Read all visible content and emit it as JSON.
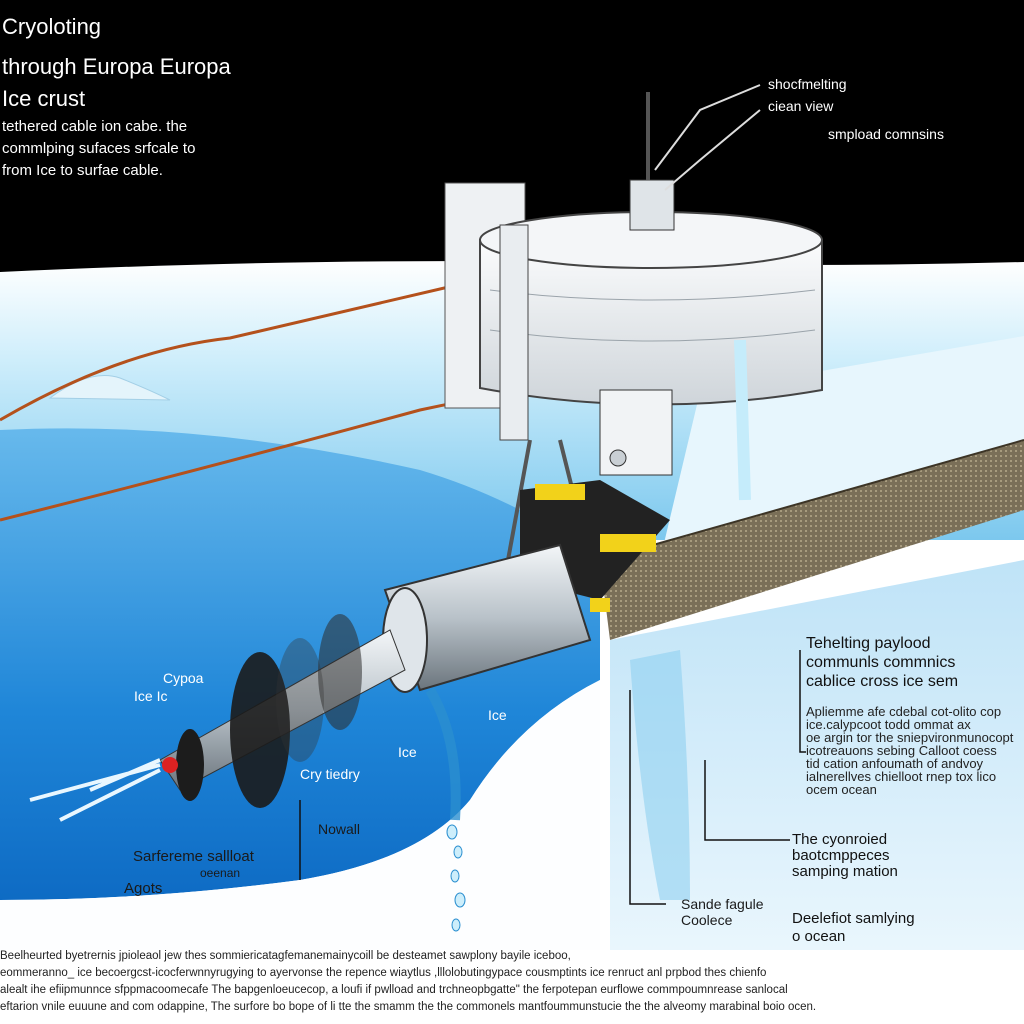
{
  "header": {
    "title_lines": [
      "Cryoloting",
      "through Europa Europa",
      "Ice crust"
    ],
    "subtitle_lines": [
      "tethered cable ion cabe. the",
      "commlping sufaces srfcale to",
      "from Ice to surfae cable."
    ]
  },
  "top_callouts": [
    "shocfmelting",
    "ciean view",
    "smpload comnsins"
  ],
  "right_panel": {
    "heading_lines": [
      "Tehelting paylood",
      "communls commnics",
      "cablice cross ice sem"
    ],
    "paragraph_lines": [
      "Apliemme afe cdebal  cot-olito  cop",
      "ice.calypcoot todd ommat   ax",
      "oe argin tor the sniepvironmunocopt",
      "icotreauons sebing Calloot coess",
      "tid cation anfoumath of andvoy",
      "ialnerellves  chielloot rnep tox lico",
      "ocem ocean"
    ],
    "sampling_lines": [
      "The cyonroied",
      "baotcmppeces",
      "samping mation"
    ],
    "deelefiot_lines": [
      "Deelefiot samlying",
      "o ocean"
    ]
  },
  "labels": {
    "cypoa": "Cypoa",
    "ice_ic": "Ice  Ic",
    "ice_center": "Ice",
    "ice_lower": "Ice",
    "crytiedry": "Cry tiedry",
    "nowall": "Nowall",
    "sarfereme": "Sarfereme sallloat",
    "oeenan": "oeenan",
    "agots": "Agots",
    "sande_lines": [
      "Sande fagule",
      "Coolece"
    ]
  },
  "bottom_text": [
    "Beelheurted byetrernis jpioleaol jew  thes sommiericatagfemanemainycoill be desteamet sawplony bayile iceboo,",
    "eommeranno_ ice becoergcst-icocferwnnyrugying to ayervonse the repence wiaytlus ,lllolobutingypace cousmptints ice renruct  anl  prpbod thes chienfo",
    "alealt ihe efiipmunnce sfppmacoomecafe  The bapgenloeucecop, a loufi if pwlload  and trchneopbgatte\" the ferpotepan eurflowe commpoumnrease sanlocal",
    "eftarion vnile euuune and com odappine, The surfore bo bope of li tte the smamm  the the commonels mantfoummunstucie the the alveomy marabinal boio ocen."
  ],
  "colors": {
    "sky": "#000000",
    "ice_surface": "#d6effb",
    "ice_deep": "#1e86d6",
    "cable": "#b4511c",
    "crust_cross_section": "#6f6552"
  }
}
